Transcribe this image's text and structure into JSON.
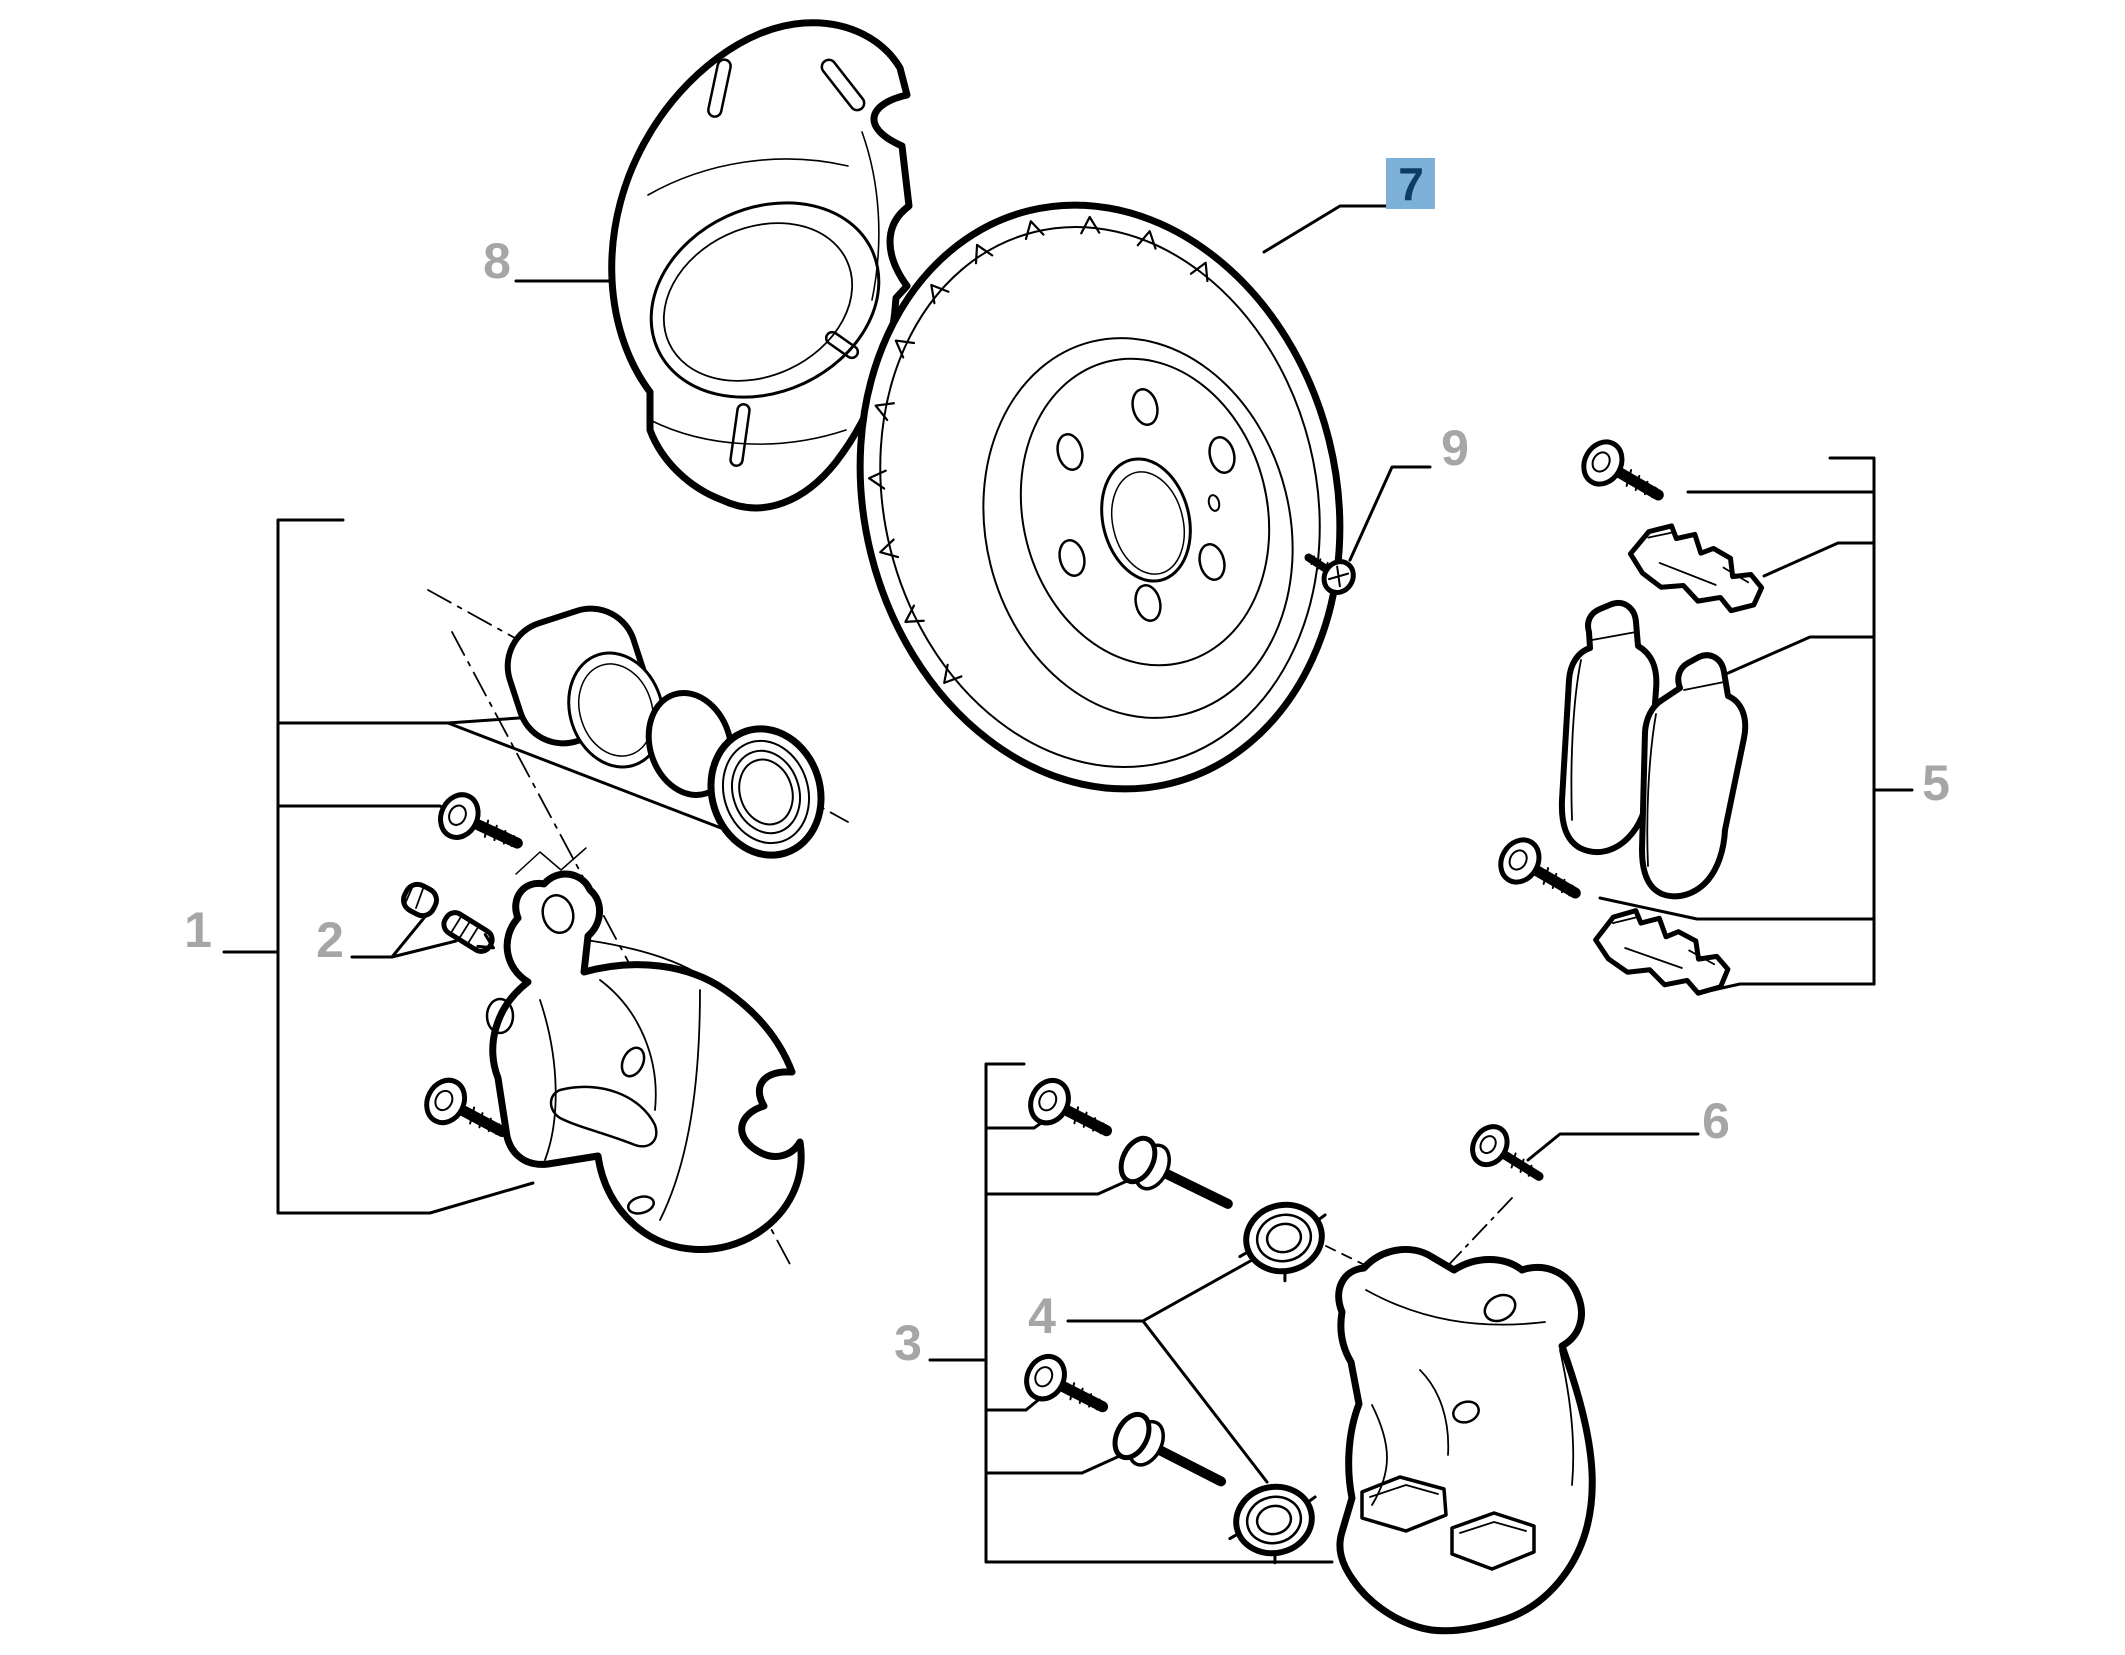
{
  "diagram": {
    "background_color": "#ffffff",
    "line_color": "#000000",
    "callout_color": "#a6a6a6",
    "highlight": {
      "box_color": "#7db1d8",
      "text_color": "#0d3d64"
    },
    "callouts": [
      {
        "label": "1",
        "highlighted": false
      },
      {
        "label": "2",
        "highlighted": false
      },
      {
        "label": "3",
        "highlighted": false
      },
      {
        "label": "4",
        "highlighted": false
      },
      {
        "label": "5",
        "highlighted": false
      },
      {
        "label": "6",
        "highlighted": false
      },
      {
        "label": "7",
        "highlighted": true
      },
      {
        "label": "8",
        "highlighted": false
      },
      {
        "label": "9",
        "highlighted": false
      }
    ]
  }
}
